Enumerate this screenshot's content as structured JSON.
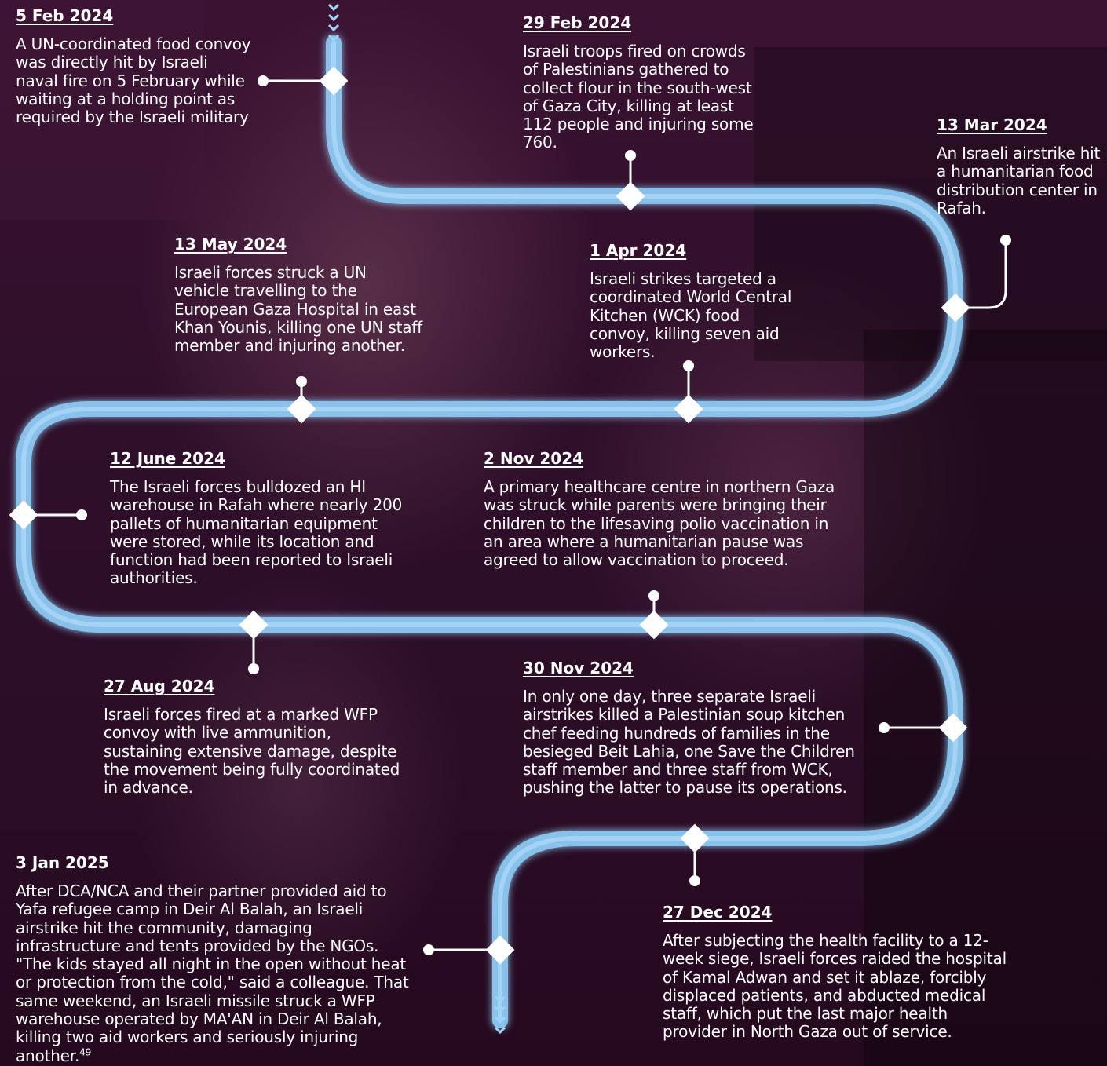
{
  "colors": {
    "path": "#8ecbf5",
    "path_glow": "#cfe9ff",
    "marker": "#ffffff",
    "background": "#2f0f2a"
  },
  "events": [
    {
      "date": "5 Feb 2024",
      "text": "A UN-coordinated food convoy was directly hit by Israeli naval fire on 5 February while waiting at a holding point as required by the Israeli military"
    },
    {
      "date": "29 Feb 2024",
      "text": "Israeli troops fired on crowds of Palestinians gathered to collect flour in the south-west of Gaza City, killing at least 112 people and injuring some 760."
    },
    {
      "date": "13 Mar 2024",
      "text": "An Israeli airstrike hit a humanitarian food distribution center in Rafah."
    },
    {
      "date": "1 Apr 2024",
      "text": "Israeli strikes targeted a coordinated World Central Kitchen (WCK) food convoy, killing seven aid workers."
    },
    {
      "date": "13 May 2024",
      "text": "Israeli forces struck a UN vehicle travelling to the European Gaza Hospital in east Khan Younis, killing one UN staff member and injuring another."
    },
    {
      "date": "12 June 2024",
      "text": "The Israeli forces bulldozed an HI warehouse in Rafah where nearly 200 pallets of humanitarian equipment were stored, while its location and function had been reported to Israeli authorities."
    },
    {
      "date": "27 Aug 2024",
      "text": "Israeli forces fired at a marked WFP convoy with live ammunition, sustaining extensive damage, despite the movement being fully coordinated in advance."
    },
    {
      "date": "2 Nov 2024",
      "text": "A primary healthcare centre in northern Gaza was struck while parents were bringing their children to the lifesaving polio vaccination in an area where a humanitarian pause was agreed to allow vaccination to proceed."
    },
    {
      "date": "30 Nov 2024",
      "text": "In only one day, three separate Israeli airstrikes killed a Palestinian soup kitchen chef feeding hundreds of families in the besieged Beit Lahia, one Save the Children staff member and three staff from WCK, pushing the latter to pause its operations."
    },
    {
      "date": "27 Dec 2024",
      "text": "After subjecting the health facility to a 12-week siege, Israeli forces raided the hospital of Kamal Adwan and set it ablaze, forcibly displaced patients, and abducted medical staff, which put the last major health provider in North Gaza out of service."
    },
    {
      "date": "3 Jan 2025",
      "text": "After DCA/NCA and their partner provided aid to Yafa refugee camp in Deir Al Balah, an Israeli airstrike hit the community, damaging infrastructure and tents provided by the NGOs. \"The kids stayed all night in the open without heat or protection from the cold,\" said a colleague. That same weekend, an Israeli missile struck a WFP warehouse operated by MA'AN in Deir Al Balah, killing two aid workers and seriously injuring another.",
      "footnote": "49"
    }
  ]
}
